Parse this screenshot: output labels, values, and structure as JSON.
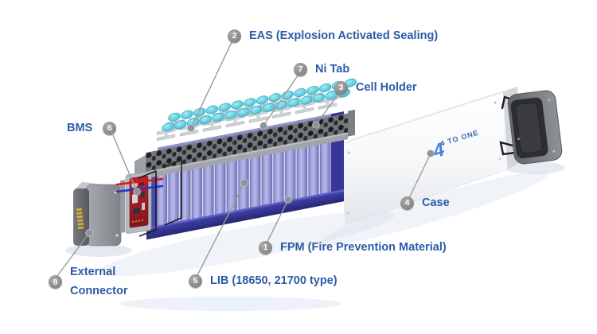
{
  "diagram": {
    "labels": {
      "eas": {
        "num": "2",
        "text": "EAS (Explosion Activated Sealing)"
      },
      "ni_tab": {
        "num": "7",
        "text": "Ni Tab"
      },
      "cell_holder": {
        "num": "3",
        "text": "Cell Holder"
      },
      "bms": {
        "num": "6",
        "text": "BMS"
      },
      "case": {
        "num": "4",
        "text": "Case"
      },
      "fpm": {
        "num": "1",
        "text": "FPM (Fire Prevention Material)"
      },
      "lib": {
        "num": "5",
        "text": "LIB (18650, 21700 type)"
      },
      "external_connector": {
        "num": "8",
        "line1": "External",
        "line2": "Connector"
      }
    },
    "brand": {
      "glyph": "4",
      "name": "4 TO ONE"
    }
  },
  "colors": {
    "label_text": "#2c5ba6",
    "badge_gray": "#858585",
    "eas_cyan": "#52c8dc",
    "cell_lavender": "#b6b9e8",
    "fpm_navy": "#2c2e96",
    "bms_red": "#a82028",
    "case_white": "#f4f6f8"
  }
}
